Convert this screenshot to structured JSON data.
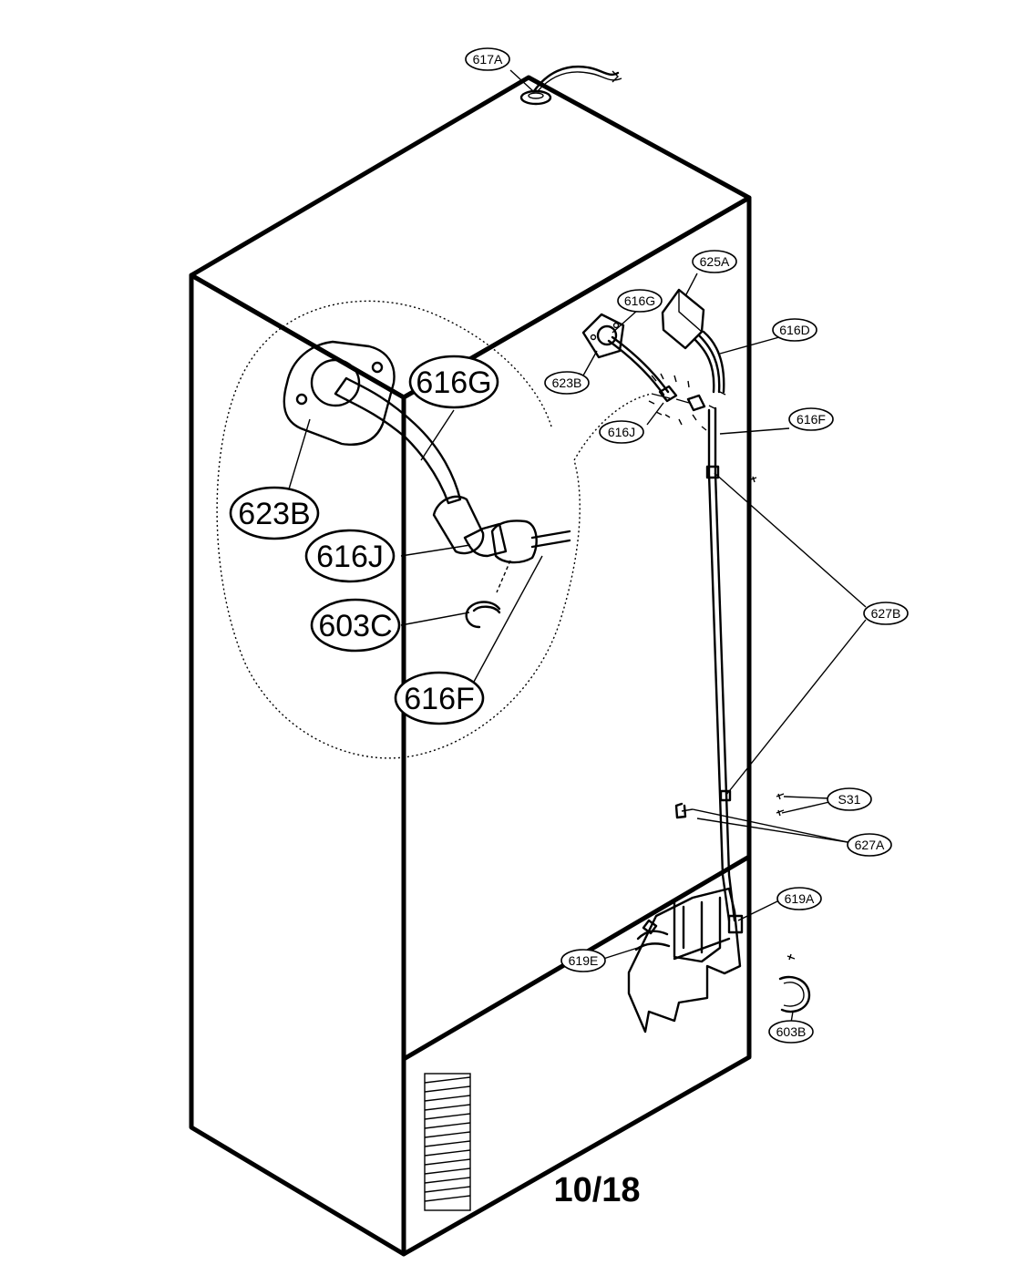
{
  "page_number": "10/18",
  "callouts": {
    "c617A": "617A",
    "c625A": "625A",
    "c616G_small": "616G",
    "c616D": "616D",
    "c623B_small": "623B",
    "c616J_small": "616J",
    "c616F_small": "616F",
    "c627B": "627B",
    "c S31": "S31",
    "c627A": "627A",
    "c619A": "619A",
    "c619E": "619E",
    "c603B": "603B",
    "c616G_large": "616G",
    "c623B_large": "623B",
    "c616J_large": "616J",
    "c603C_large": "603C",
    "c616F_large": "616F"
  }
}
